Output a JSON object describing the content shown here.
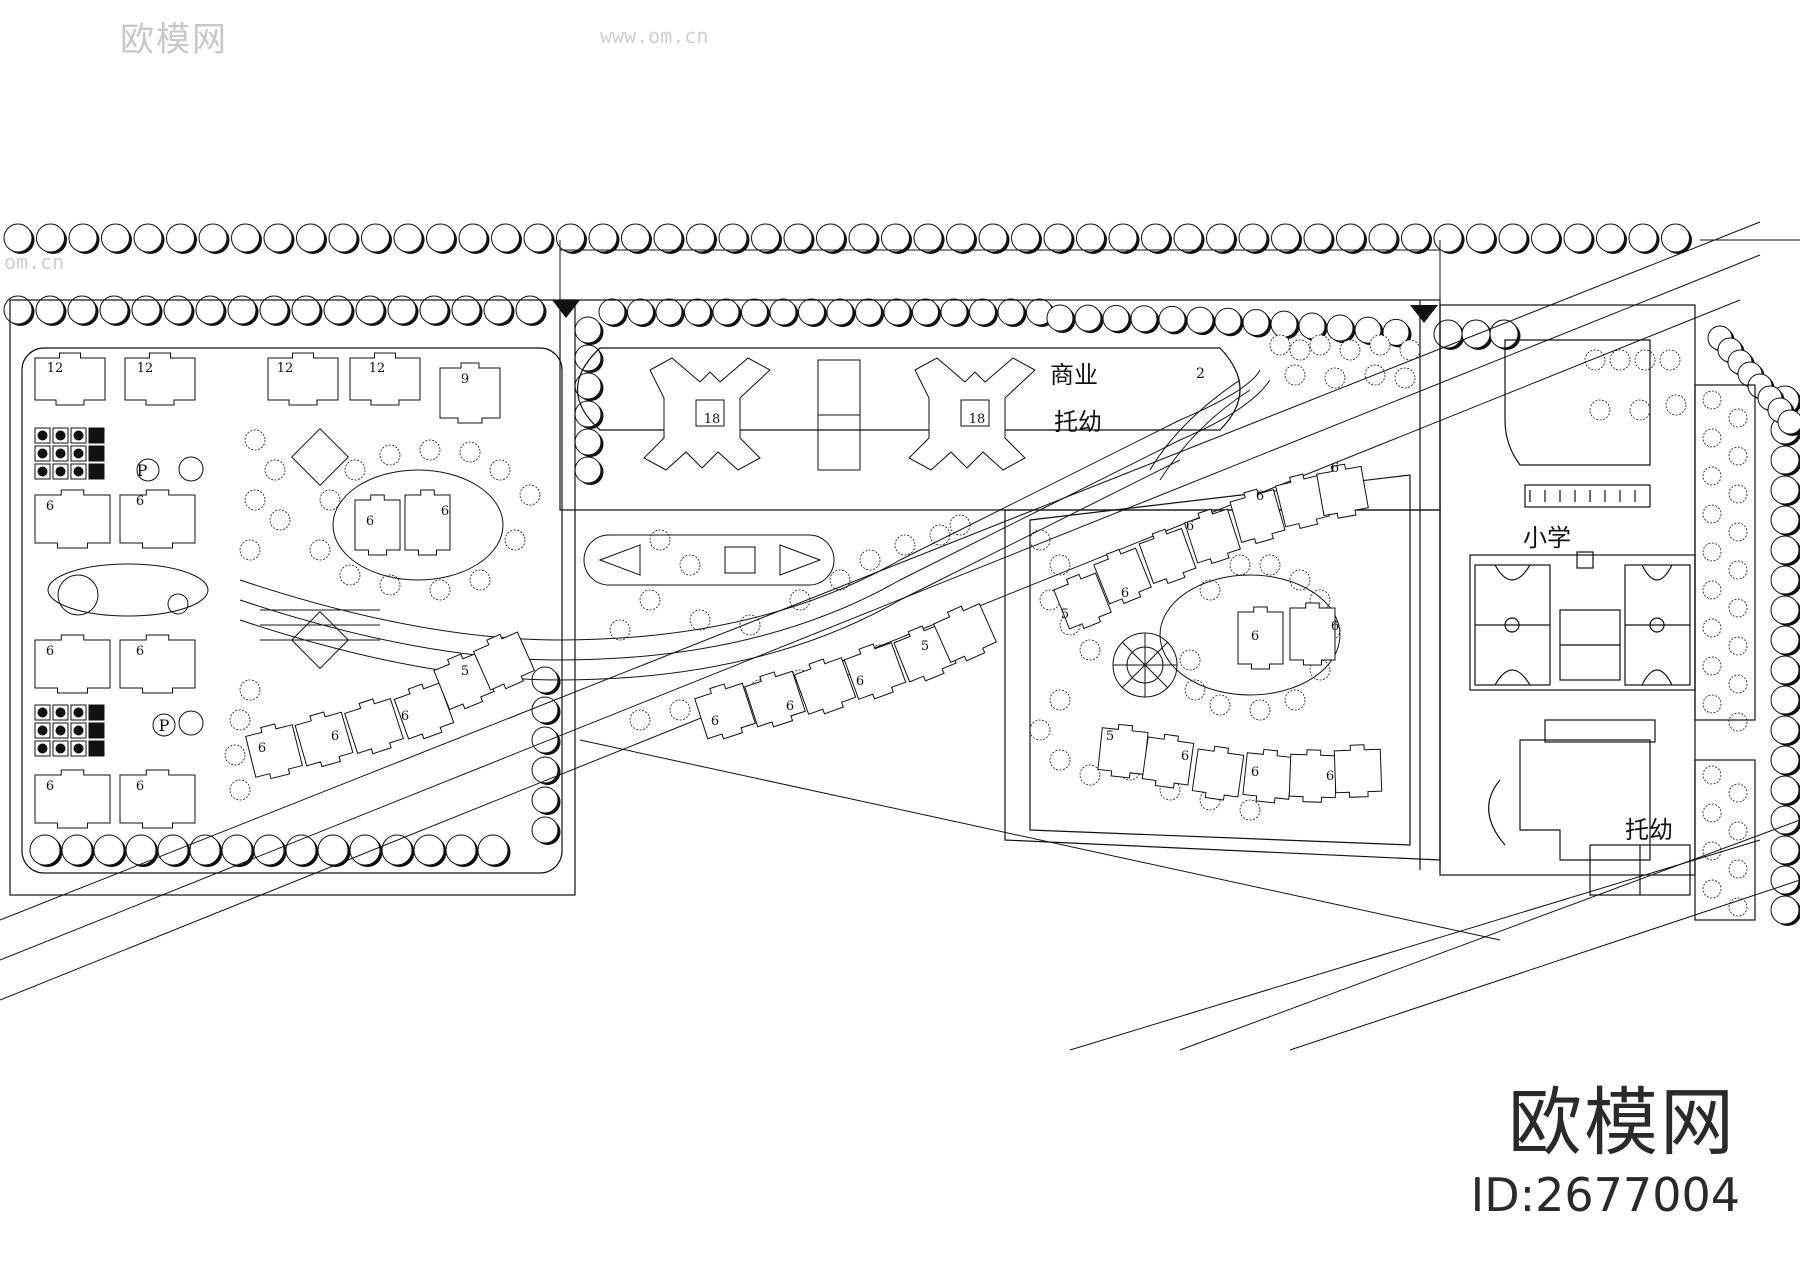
{
  "labels": {
    "commerce": "商业",
    "kindergarten_top": "托幼",
    "primary_school": "小学",
    "kindergarten_bottom": "托幼",
    "parking_symbol": "P",
    "height_2": "2"
  },
  "floor_counts": {
    "f12": "12",
    "f9": "9",
    "f18": "18",
    "f6": "6",
    "f5": "5"
  },
  "watermark": {
    "brand": "欧模网",
    "id": "ID:2677004",
    "url": "www.om.cn",
    "url_short": "om.cn"
  },
  "colors": {
    "line": "#111111",
    "watermark": "#cccccc",
    "background": "#ffffff"
  }
}
